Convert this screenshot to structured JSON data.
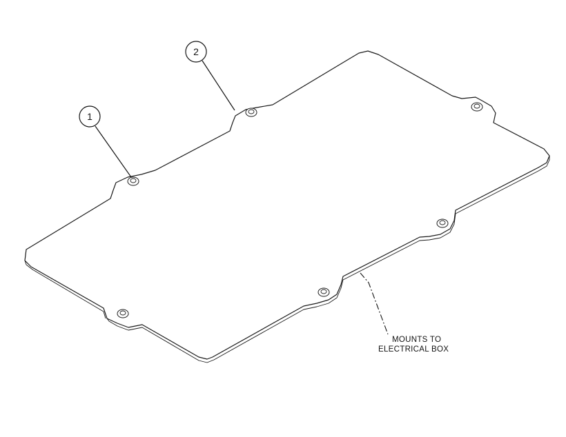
{
  "callouts": [
    {
      "label": "1"
    },
    {
      "label": "2"
    }
  ],
  "note": {
    "line1": "MOUNTS TO",
    "line2": "ELECTRICAL BOX"
  }
}
